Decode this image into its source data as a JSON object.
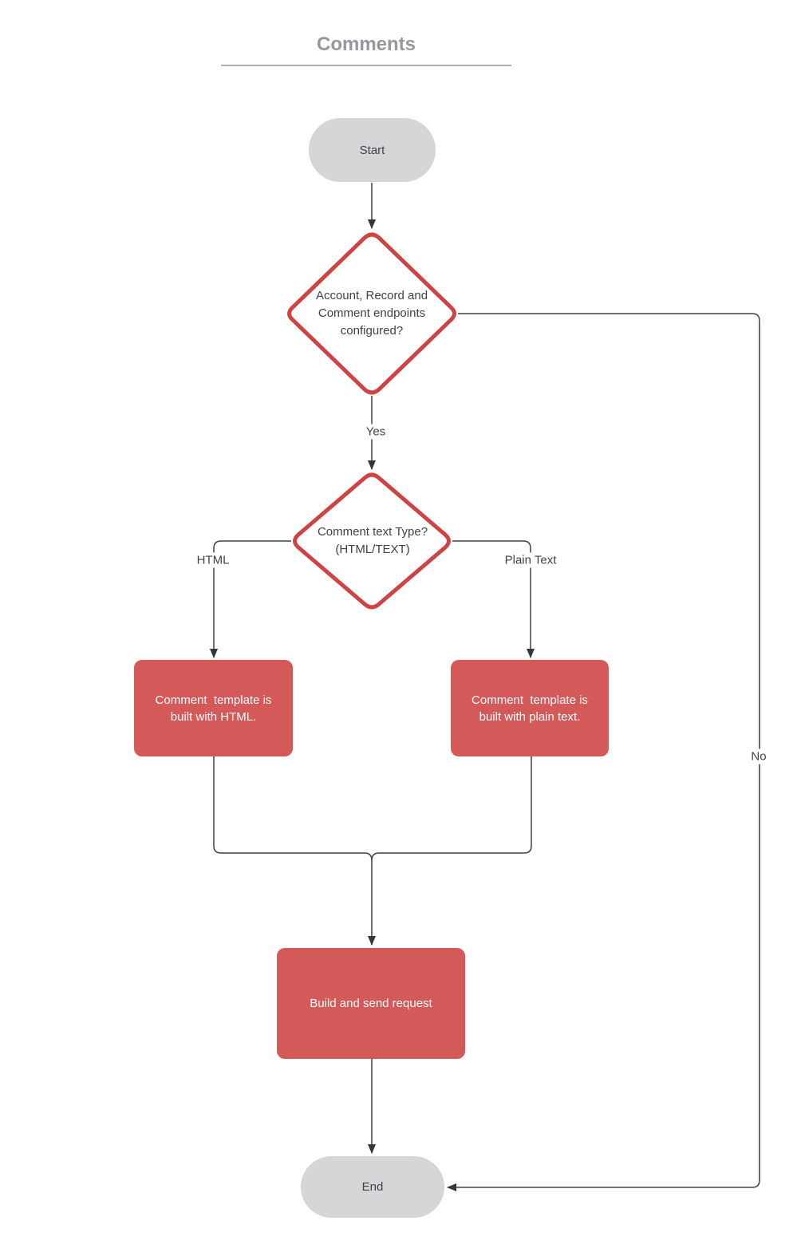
{
  "title": "Comments",
  "colors": {
    "process_fill": "#D45959",
    "decision_stroke": "#CE4343",
    "terminator_fill": "#D6D6D8",
    "connector": "#3F4245",
    "text_dark": "#3E4347",
    "process_text": "#FFFFFF",
    "title_gray": "#96989D"
  },
  "nodes": {
    "start": {
      "type": "terminator",
      "label": "Start"
    },
    "endpoints_decision": {
      "type": "decision",
      "label": "Account, Record and Comment endpoints configured?"
    },
    "text_type_decision": {
      "type": "decision",
      "label": "Comment text Type? (HTML/TEXT)"
    },
    "html_process": {
      "type": "process",
      "label": "Comment  template is built with HTML."
    },
    "plain_process": {
      "type": "process",
      "label": "Comment  template is built with plain text."
    },
    "build_process": {
      "type": "process",
      "label": "Build and send request"
    },
    "end": {
      "type": "terminator",
      "label": "End"
    }
  },
  "edge_labels": {
    "yes": "Yes",
    "no": "No",
    "html": "HTML",
    "plain": "Plain Text"
  }
}
